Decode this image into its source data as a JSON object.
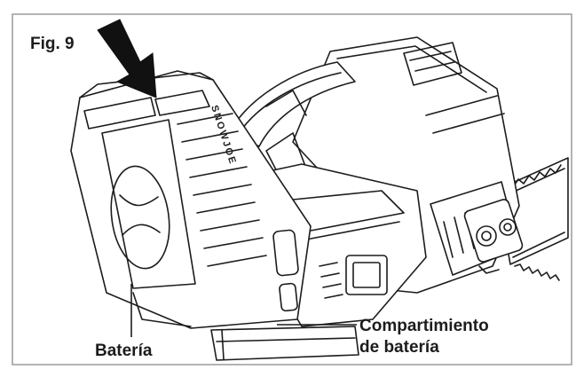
{
  "figure": {
    "label": "Fig. 9",
    "brand_text": "SNOWJOE"
  },
  "callouts": {
    "battery": "Batería",
    "compartment_line1": "Compartimiento",
    "compartment_line2": "de batería"
  },
  "colors": {
    "ink": "#1c1c1c",
    "paper": "#ffffff",
    "frame": "#9a9a9a"
  }
}
